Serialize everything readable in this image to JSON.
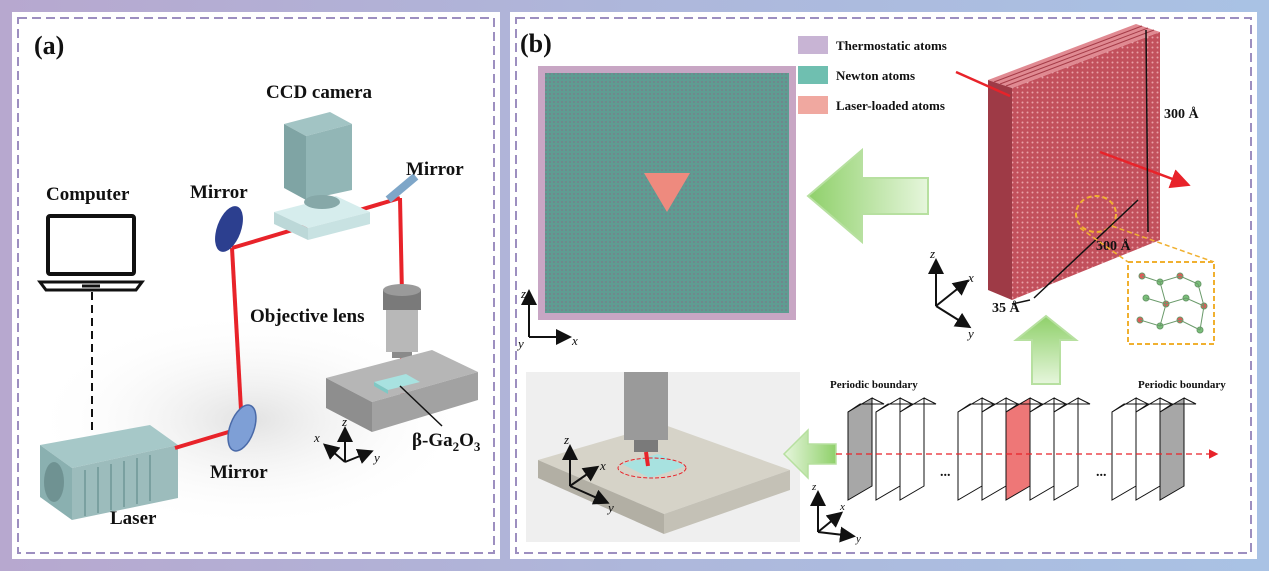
{
  "panel_a": {
    "label": "(a)",
    "computer": "Computer",
    "ccd": "CCD camera",
    "mirror_left": "Mirror",
    "mirror_right": "Mirror",
    "mirror_bottom": "Mirror",
    "objective": "Objective lens",
    "laser": "Laser",
    "sample_prefix": "β-Ga",
    "sample_sub1": "2",
    "sample_mid": "O",
    "sample_sub2": "3",
    "axes": {
      "x": "x",
      "y": "y",
      "z": "z"
    }
  },
  "panel_b": {
    "label": "(b)",
    "legend": [
      {
        "label": "Thermostatic atoms",
        "color": "#c8b4d4"
      },
      {
        "label": "Newton atoms",
        "color": "#6fbfb0"
      },
      {
        "label": "Laser-loaded atoms",
        "color": "#f0a8a0"
      }
    ],
    "dim_height": "300 Å",
    "dim_width": "300 Å",
    "dim_depth": "35 Å",
    "periodic_left": "Periodic boundary",
    "periodic_right": "Periodic boundary",
    "ellipsis": "...",
    "axes": {
      "x": "x",
      "y": "y",
      "z": "z"
    }
  },
  "colors": {
    "beam": "#e8232a",
    "equipment": "#8fb5b5",
    "slab": "#c9535f",
    "arrow": "#a8dc88"
  }
}
